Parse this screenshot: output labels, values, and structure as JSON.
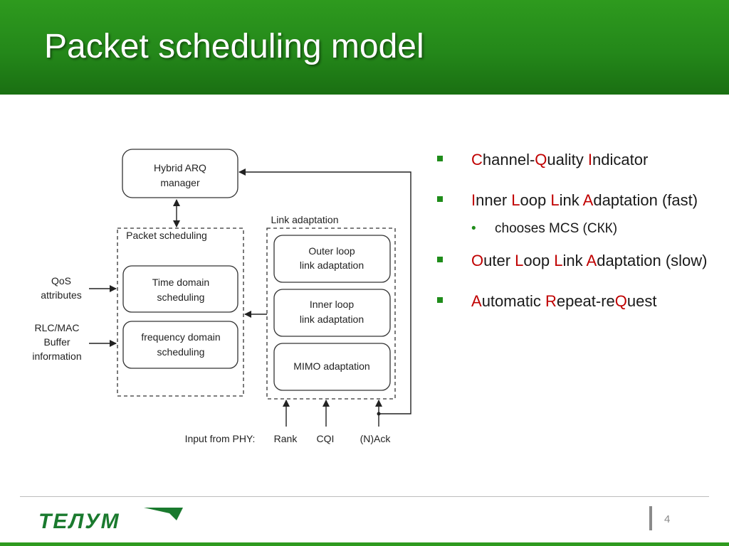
{
  "slide": {
    "title": "Packet scheduling model",
    "page_number": "4",
    "logo_text": "ТЕЛУМ"
  },
  "diagram": {
    "hybrid_arq": [
      "Hybrid ARQ",
      "manager"
    ],
    "packet_scheduling": "Packet scheduling",
    "time_domain": [
      "Time domain",
      "scheduling"
    ],
    "frequency_domain": [
      "frequency domain",
      "scheduling"
    ],
    "link_adaptation": "Link adaptation",
    "outer_loop": [
      "Outer loop",
      "link adaptation"
    ],
    "inner_loop": [
      "Inner loop",
      "link adaptation"
    ],
    "mimo": "MIMO adaptation",
    "qos": [
      "QoS",
      "attributes"
    ],
    "rlc_mac": [
      "RLC/MAC",
      "Buffer",
      "information"
    ],
    "input_from_phy": "Input from PHY:",
    "rank": "Rank",
    "cqi": "CQI",
    "nack": "(N)Ack"
  },
  "bullets": [
    {
      "parts": [
        {
          "t": "C",
          "red": true
        },
        {
          "t": "hannel-"
        },
        {
          "t": "Q",
          "red": true
        },
        {
          "t": "uality "
        },
        {
          "t": "I",
          "red": true
        },
        {
          "t": "ndicator"
        }
      ]
    },
    {
      "parts": [
        {
          "t": "I",
          "red": true
        },
        {
          "t": "nner "
        },
        {
          "t": "L",
          "red": true
        },
        {
          "t": "oop "
        },
        {
          "t": "L",
          "red": true
        },
        {
          "t": "ink "
        },
        {
          "t": "A",
          "red": true
        },
        {
          "t": "daptation (fast)"
        }
      ],
      "sub": "chooses MCS (СКК)"
    },
    {
      "parts": [
        {
          "t": "O",
          "red": true
        },
        {
          "t": "uter "
        },
        {
          "t": "L",
          "red": true
        },
        {
          "t": "oop "
        },
        {
          "t": "L",
          "red": true
        },
        {
          "t": "ink "
        },
        {
          "t": "A",
          "red": true
        },
        {
          "t": "daptation (slow)"
        }
      ]
    },
    {
      "parts": [
        {
          "t": "A",
          "red": true
        },
        {
          "t": "utomatic "
        },
        {
          "t": "R",
          "red": true
        },
        {
          "t": "epeat-re"
        },
        {
          "t": "Q",
          "red": true
        },
        {
          "t": "uest"
        }
      ]
    }
  ],
  "colors": {
    "header_green": "#24881a",
    "accent_red": "#c00000",
    "bullet_green": "#1f8c1a",
    "logo_green": "#1a7a2e"
  }
}
